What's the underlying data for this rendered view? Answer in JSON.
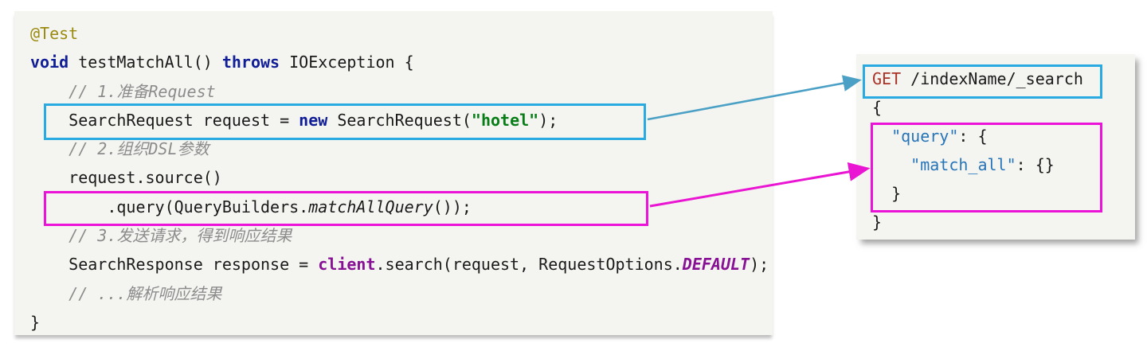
{
  "left_panel": {
    "language": "java",
    "lines": [
      {
        "segments": [
          {
            "text": "@Test",
            "style": "ann"
          }
        ]
      },
      {
        "segments": [
          {
            "text": "void",
            "style": "kw"
          },
          {
            "text": " testMatchAll() ",
            "style": "plain"
          },
          {
            "text": "throws",
            "style": "kw"
          },
          {
            "text": " IOException {",
            "style": "plain"
          }
        ]
      },
      {
        "segments": [
          {
            "text": "    // 1.准备Request",
            "style": "cmt"
          }
        ]
      },
      {
        "segments": [
          {
            "text": "    SearchRequest request = ",
            "style": "plain"
          },
          {
            "text": "new",
            "style": "kw"
          },
          {
            "text": " SearchRequest(",
            "style": "plain"
          },
          {
            "text": "\"hotel\"",
            "style": "str"
          },
          {
            "text": ");",
            "style": "plain"
          }
        ]
      },
      {
        "segments": [
          {
            "text": "    // 2.组织DSL参数",
            "style": "cmt"
          }
        ]
      },
      {
        "segments": [
          {
            "text": "    request.source()",
            "style": "plain"
          }
        ]
      },
      {
        "segments": [
          {
            "text": "        .query(QueryBuilders.",
            "style": "plain"
          },
          {
            "text": "matchAllQuery",
            "style": "itl"
          },
          {
            "text": "());",
            "style": "plain"
          }
        ]
      },
      {
        "segments": [
          {
            "text": "    // 3.发送请求，得到响应结果",
            "style": "cmt"
          }
        ]
      },
      {
        "segments": [
          {
            "text": "    SearchResponse response = ",
            "style": "plain"
          },
          {
            "text": "client",
            "style": "fld"
          },
          {
            "text": ".search(request, RequestOptions.",
            "style": "plain"
          },
          {
            "text": "DEFAULT",
            "style": "sfld"
          },
          {
            "text": ");",
            "style": "plain"
          }
        ]
      },
      {
        "segments": [
          {
            "text": "    // ...解析响应结果",
            "style": "cmt"
          }
        ]
      },
      {
        "segments": [
          {
            "text": "}",
            "style": "plain"
          }
        ]
      }
    ]
  },
  "right_panel": {
    "language": "elasticsearch-dsl",
    "lines": [
      {
        "segments": [
          {
            "text": "GET",
            "style": "mth"
          },
          {
            "text": " /indexName/_search",
            "style": "plain"
          }
        ]
      },
      {
        "segments": [
          {
            "text": "{",
            "style": "plain"
          }
        ]
      },
      {
        "segments": [
          {
            "text": "  ",
            "style": "plain"
          },
          {
            "text": "\"query\"",
            "style": "key"
          },
          {
            "text": ": {",
            "style": "plain"
          }
        ]
      },
      {
        "segments": [
          {
            "text": "    ",
            "style": "plain"
          },
          {
            "text": "\"match_all\"",
            "style": "key"
          },
          {
            "text": ": {}",
            "style": "plain"
          }
        ]
      },
      {
        "segments": [
          {
            "text": "  }",
            "style": "plain"
          }
        ]
      },
      {
        "segments": [
          {
            "text": "}",
            "style": "plain"
          }
        ]
      }
    ]
  },
  "annotations": {
    "request_link": "cyan box: Java SearchRequest line maps to DSL GET /indexName/_search line",
    "query_link": "pink box: Java query(matchAllQuery) line maps to DSL query/match_all block"
  },
  "colors": {
    "panel_bg": "#f4f5f0",
    "keyword": "#101d96",
    "annotation": "#9a8a0f",
    "string": "#067d17",
    "comment": "#8c8c8c",
    "field": "#871094",
    "http_method": "#a93226",
    "json_key": "#2774b8",
    "cyan_box": "#29abe2",
    "pink_box": "#ec13d8",
    "cyan_arrow": "#4aa0c5",
    "pink_arrow": "#ea15d2"
  }
}
